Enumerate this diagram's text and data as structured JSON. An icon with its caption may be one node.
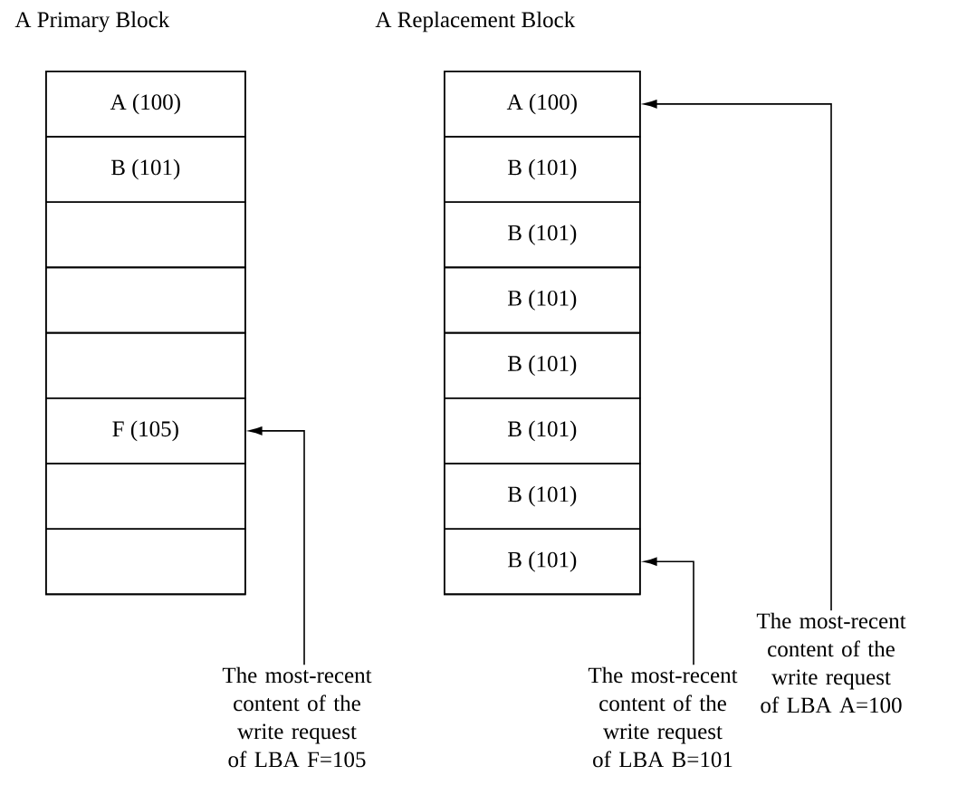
{
  "diagram": {
    "nodes": [
      {
        "text": [
          "A Primary Block"
        ]
      },
      {
        "text": [
          "A (100)"
        ],
        "in": 0
      },
      {
        "text": [
          "B (101)"
        ],
        "in": 0
      },
      {
        "text": [],
        "shape": "box",
        "in": 0
      },
      {
        "text": [],
        "shape": "box",
        "in": 0
      },
      {
        "text": [],
        "shape": "box",
        "in": 0
      },
      {
        "text": [
          "F (105)"
        ],
        "in": 0
      },
      {
        "text": [],
        "shape": "box",
        "in": 0
      },
      {
        "text": [],
        "shape": "box",
        "in": 0
      },
      {
        "text": [
          "A Replacement Block"
        ]
      },
      {
        "text": [
          "A (100)"
        ],
        "in": 9
      },
      {
        "text": [
          "B (101)"
        ],
        "in": 9
      },
      {
        "text": [
          "B (101)"
        ],
        "in": 9
      },
      {
        "text": [
          "B (101)"
        ],
        "in": 9
      },
      {
        "text": [
          "B (101)"
        ],
        "in": 9
      },
      {
        "text": [
          "B (101)"
        ],
        "in": 9
      },
      {
        "text": [
          "B (101)"
        ],
        "in": 9
      },
      {
        "text": [
          "B (101)"
        ],
        "in": 9
      },
      {
        "text": [
          "The most-recent content of the write request of LBA A=100"
        ]
      },
      {
        "text": [
          "The most-recent content of the write request of LBA F=105"
        ]
      },
      {
        "text": [
          "The most-recent content of the write request of LBA B=101"
        ]
      }
    ],
    "edges": [
      {
        "from": 18,
        "to": 10,
        "arrow": "to"
      },
      {
        "from": 19,
        "to": 6,
        "arrow": "to"
      },
      {
        "from": 20,
        "to": 17,
        "arrow": "to"
      }
    ]
  }
}
